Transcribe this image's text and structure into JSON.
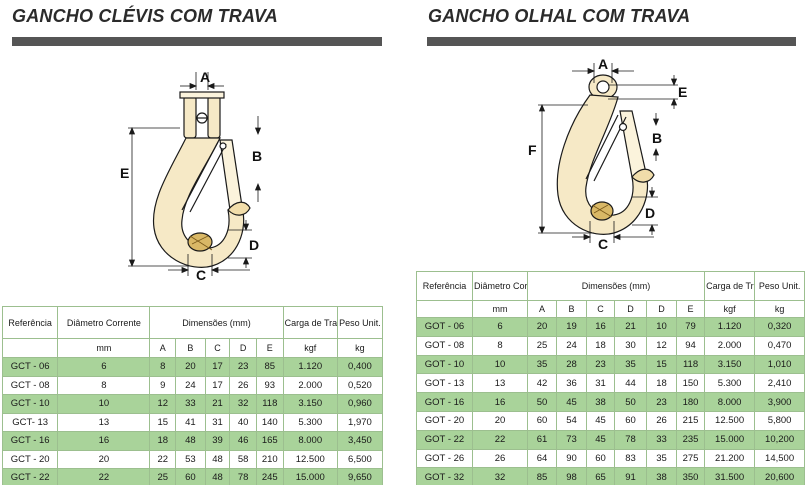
{
  "left": {
    "title": "GANCHO CLÉVIS COM TRAVA",
    "labels": {
      "A": "A",
      "B": "B",
      "E": "E",
      "D": "D",
      "C": "C"
    },
    "table": {
      "headers": {
        "ref": "Referência",
        "diam": "Diâmetro Corrente",
        "dims": "Dimensões (mm)",
        "carga": "Carga de Trabalho",
        "peso": "Peso Unit."
      },
      "units": [
        "mm",
        "A",
        "B",
        "C",
        "D",
        "E",
        "kgf",
        "kg"
      ],
      "rows": [
        [
          "GCT - 06",
          "6",
          "8",
          "20",
          "17",
          "23",
          "85",
          "1.120",
          "0,400"
        ],
        [
          "GCT - 08",
          "8",
          "9",
          "24",
          "17",
          "26",
          "93",
          "2.000",
          "0,520"
        ],
        [
          "GCT - 10",
          "10",
          "12",
          "33",
          "21",
          "32",
          "118",
          "3.150",
          "0,960"
        ],
        [
          "GCT- 13",
          "13",
          "15",
          "41",
          "31",
          "40",
          "140",
          "5.300",
          "1,970"
        ],
        [
          "GCT - 16",
          "16",
          "18",
          "48",
          "39",
          "46",
          "165",
          "8.000",
          "3,450"
        ],
        [
          "GCT - 20",
          "20",
          "22",
          "53",
          "48",
          "58",
          "210",
          "12.500",
          "6,500"
        ],
        [
          "GCT - 22",
          "22",
          "25",
          "60",
          "48",
          "78",
          "245",
          "15.000",
          "9,650"
        ]
      ]
    }
  },
  "right": {
    "title": "GANCHO OLHAL COM TRAVA",
    "labels": {
      "A": "A",
      "E": "E",
      "B": "B",
      "F": "F",
      "D": "D",
      "C": "C"
    },
    "table": {
      "headers": {
        "ref": "Referência",
        "diam": "Diâmetro Corrente",
        "dims": "Dimensões (mm)",
        "carga": "Carga de Trabalho",
        "peso": "Peso Unit."
      },
      "units": [
        "mm",
        "A",
        "B",
        "C",
        "D",
        "D",
        "E",
        "kgf",
        "kg"
      ],
      "rows": [
        [
          "GOT - 06",
          "6",
          "20",
          "19",
          "16",
          "21",
          "10",
          "79",
          "1.120",
          "0,320"
        ],
        [
          "GOT - 08",
          "8",
          "25",
          "24",
          "18",
          "30",
          "12",
          "94",
          "2.000",
          "0,470"
        ],
        [
          "GOT - 10",
          "10",
          "35",
          "28",
          "23",
          "35",
          "15",
          "118",
          "3.150",
          "1,010"
        ],
        [
          "GOT - 13",
          "13",
          "42",
          "36",
          "31",
          "44",
          "18",
          "150",
          "5.300",
          "2,410"
        ],
        [
          "GOT - 16",
          "16",
          "50",
          "45",
          "38",
          "50",
          "23",
          "180",
          "8.000",
          "3,900"
        ],
        [
          "GOT - 20",
          "20",
          "60",
          "54",
          "45",
          "60",
          "26",
          "215",
          "12.500",
          "5,800"
        ],
        [
          "GOT - 22",
          "22",
          "61",
          "73",
          "45",
          "78",
          "33",
          "235",
          "15.000",
          "10,200"
        ],
        [
          "GOT - 26",
          "26",
          "64",
          "90",
          "60",
          "83",
          "35",
          "275",
          "21.200",
          "14,500"
        ],
        [
          "GOT - 32",
          "32",
          "85",
          "98",
          "65",
          "91",
          "38",
          "350",
          "31.500",
          "20,600"
        ]
      ]
    }
  }
}
